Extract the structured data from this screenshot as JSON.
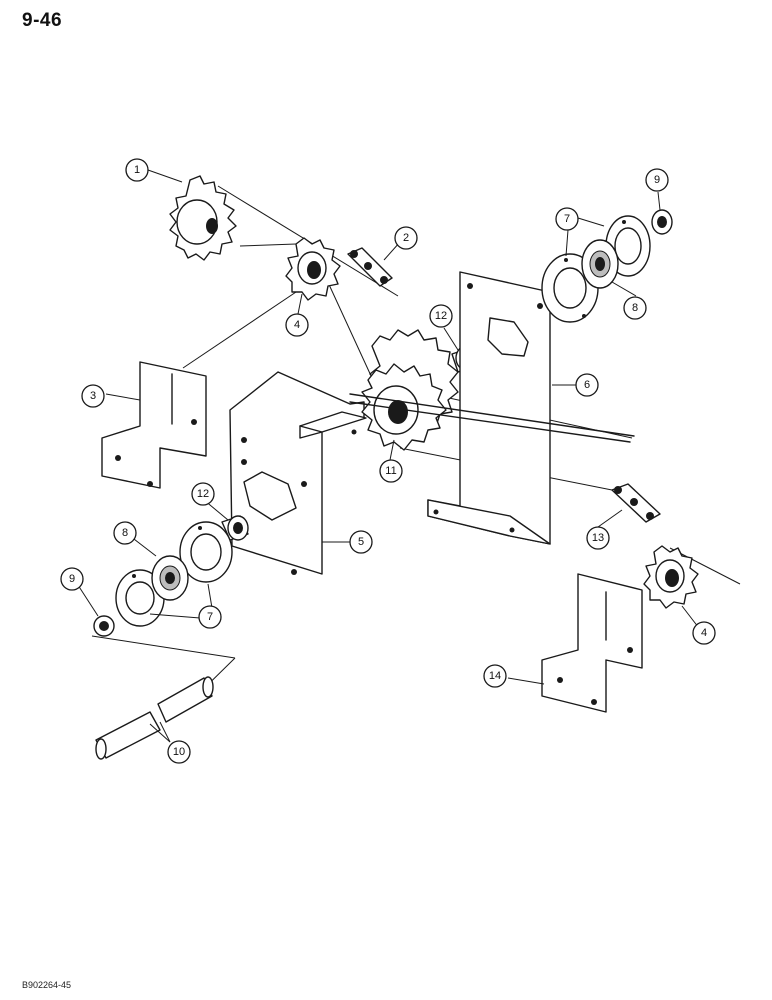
{
  "page_number": "9-46",
  "document_code": "B902264-45",
  "callouts": {
    "c1": "1",
    "c2": "2",
    "c3": "3",
    "c4a": "4",
    "c4b": "4",
    "c5": "5",
    "c6": "6",
    "c7a": "7",
    "c7b": "7",
    "c8a": "8",
    "c8b": "8",
    "c9a": "9",
    "c9b": "9",
    "c10": "10",
    "c11": "11",
    "c12a": "12",
    "c12b": "12",
    "c13": "13",
    "c14": "14"
  }
}
